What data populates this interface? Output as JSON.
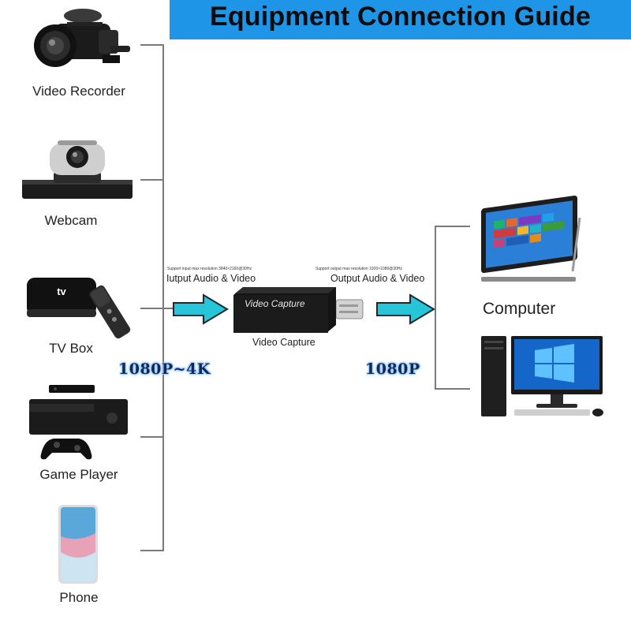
{
  "title": "Equipment Connection Guide",
  "devices": {
    "video_recorder": "Video Recorder",
    "webcam": "Webcam",
    "tv_box": "TV Box",
    "game_player": "Game Player",
    "phone": "Phone"
  },
  "input": {
    "support_note": "Support input max resolution 3840×2160@30Hz",
    "label": "Iutput Audio & Video",
    "resolution": "1080P~4K"
  },
  "capture": {
    "device_text": "Video Capture",
    "label": "Video Capture"
  },
  "output": {
    "support_note": "Support output max resolution 1920×1080@30Hz",
    "label": "Output Audio & Video",
    "resolution": "1080P"
  },
  "computer": {
    "label": "Computer"
  },
  "colors": {
    "banner": "#1e95e6",
    "arrow": "#26c6d8",
    "arrow_outline": "#1a2a33",
    "connector_line": "#7a7a7a"
  }
}
